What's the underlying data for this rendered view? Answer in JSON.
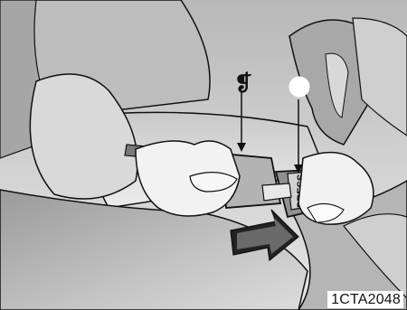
{
  "figure": {
    "caption": "1CTA2048",
    "callouts": [
      {
        "id": "callout-a",
        "label": "❡",
        "shape": "glyph"
      },
      {
        "id": "callout-b",
        "label": "",
        "shape": "circle"
      }
    ],
    "buckle_text": "PRESS",
    "colors": {
      "background": "#c8c8c8",
      "outline": "#111111",
      "skin_light": "#f2f2f2",
      "shadow": "#8a8a8a"
    }
  }
}
